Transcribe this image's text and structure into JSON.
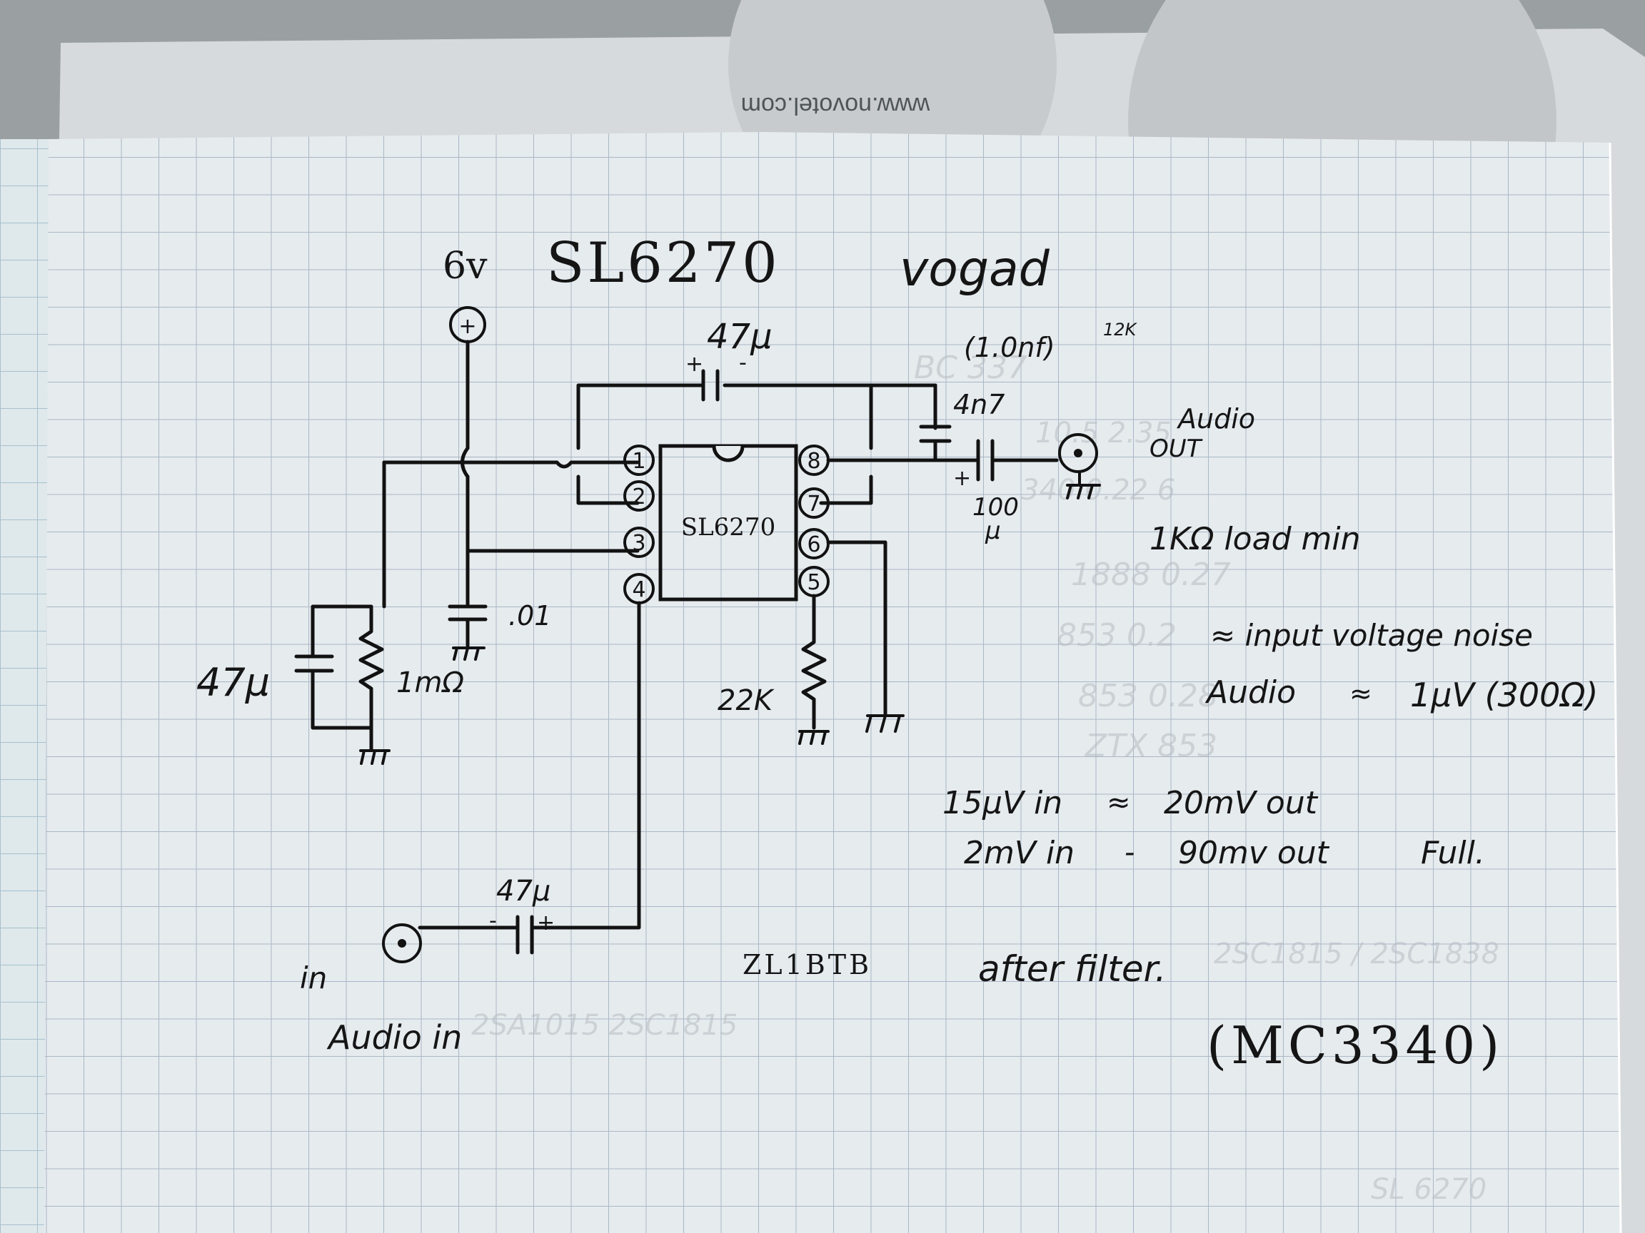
{
  "header_paper": {
    "url_text": "www.novotel.com"
  },
  "title": {
    "supply": "6v",
    "chip": "SL6270",
    "type": "vogad"
  },
  "ic": {
    "label": "SL6270",
    "pins_left": [
      "1",
      "2",
      "3",
      "4"
    ],
    "pins_right": [
      "8",
      "7",
      "6",
      "5"
    ]
  },
  "components": {
    "supply_plus": "+",
    "feedback_cap": "47µ",
    "feedback_cap_plus": "+",
    "feedback_cap_minus": "-",
    "filter_cap_alt": "(1.0nf)",
    "filter_cap_alt_note": "12K",
    "filter_cap": "4n7",
    "output_cap": "100",
    "output_cap_unit": "µ",
    "output_cap_plus": "+",
    "decoupling_cap": ".01",
    "left_cap": "47µ",
    "left_resistor": "1mΩ",
    "pin5_resistor": "22K",
    "input_cap": "47µ",
    "input_cap_minus": "-",
    "input_cap_plus": "+"
  },
  "labels": {
    "audio_out_1": "Audio",
    "audio_out_2": "OUT",
    "load": "1KΩ load min",
    "in_short": "in",
    "audio_in": "Audio in",
    "callsign": "ZL1BTB"
  },
  "notes": {
    "noise_1": "≈ input voltage noise",
    "noise_2_label": "Audio",
    "noise_2_approx": "≈",
    "noise_2_value": "1µV (300Ω)",
    "gain_1_in": "15µV in",
    "gain_1_approx": "≈",
    "gain_1_out": "20mV out",
    "gain_2_in": "2mV in",
    "gain_2_approx": "-",
    "gain_2_out": "90mv out",
    "gain_2_tail": "Full.",
    "after_filter": "after filter.",
    "alt_chip": "(MC3340)"
  },
  "colors": {
    "background": "#9a9fa1",
    "paper": "#e4e9ec",
    "grid": "#aab8c6",
    "ink": "#151515",
    "header_paper": "#d8dcde",
    "header_circle": "#c5c9cb"
  }
}
